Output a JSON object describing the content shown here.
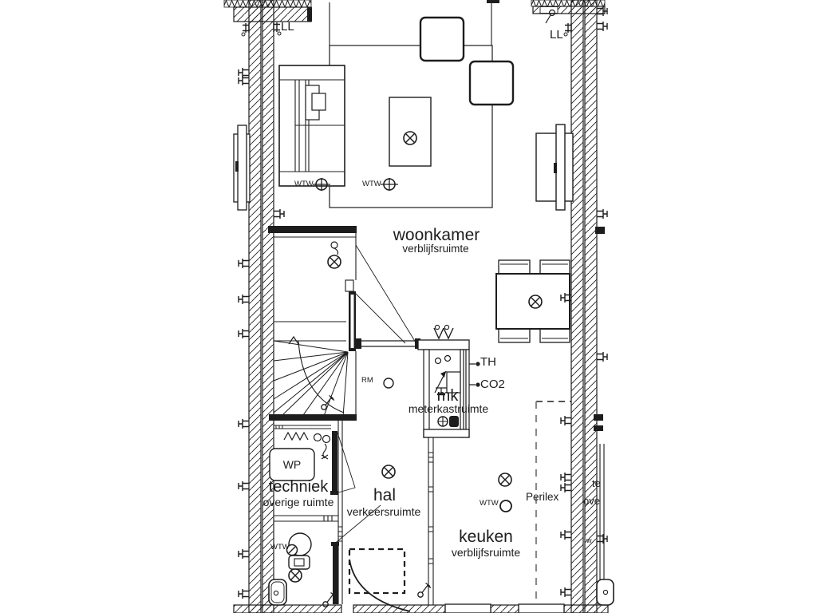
{
  "drawing": {
    "kind": "floor plan (Dutch dwelling, ground floor living level)",
    "colors": {
      "line": "#1d1d1d",
      "background": "#ffffff"
    }
  },
  "rooms": {
    "woonkamer": {
      "name": "woonkamer",
      "category": "verblijfsruimte"
    },
    "hal": {
      "name": "hal",
      "category": "verkeersruimte"
    },
    "keuken": {
      "name": "keuken",
      "category": "verblijfsruimte"
    },
    "techniek": {
      "name": "techniek",
      "category": "overige ruimte"
    },
    "meterkast": {
      "abbr": "mk",
      "category": "meterkastruimte"
    }
  },
  "equipment": {
    "heat_pump": "WP"
  },
  "annotations": {
    "th": "TH",
    "co2": "CO2",
    "rm": "RM",
    "perilex": "Perilex",
    "wtw": "WTW",
    "ll": "LL"
  },
  "neighbor_labels": {
    "te": "te",
    "ove": "ove",
    "w": "w"
  }
}
